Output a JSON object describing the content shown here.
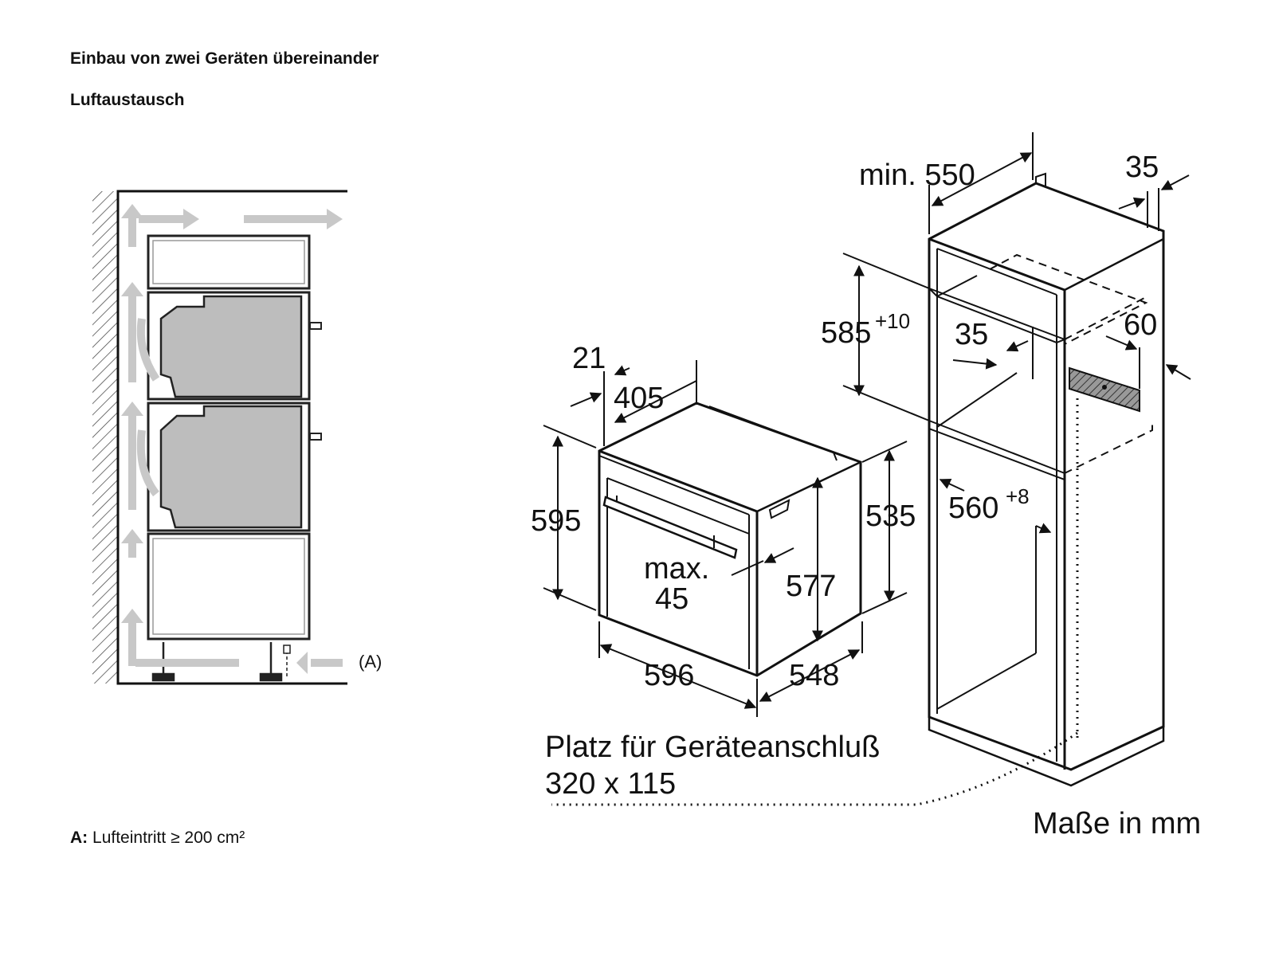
{
  "title": "Einbau von zwei Geräten übereinander",
  "subtitle": "Luftaustausch",
  "footnote": {
    "key": "A:",
    "text": "Lufteintritt ≥ 200 cm²"
  },
  "airflow_label": "(A)",
  "oven_dims": {
    "d21": "21",
    "d405": "405",
    "d595": "595",
    "max": "max.",
    "d45": "45",
    "d577": "577",
    "d535": "535",
    "d596": "596",
    "d548": "548"
  },
  "cabinet_dims": {
    "min550": "min. 550",
    "d35_top": "35",
    "d585": "585",
    "d585_tol": "+10",
    "d35_inner": "35",
    "d60": "60",
    "d560": "560",
    "d560_tol": "+8"
  },
  "connection_note": {
    "line1": "Platz für Geräteanschluß",
    "line2": "320 x 115"
  },
  "units_note": "Maße in mm",
  "colors": {
    "line": "#111111",
    "arrow_gray": "#c8c8c8",
    "appliance_fill": "#bdbdbd",
    "hatch_fill": "#888888"
  }
}
